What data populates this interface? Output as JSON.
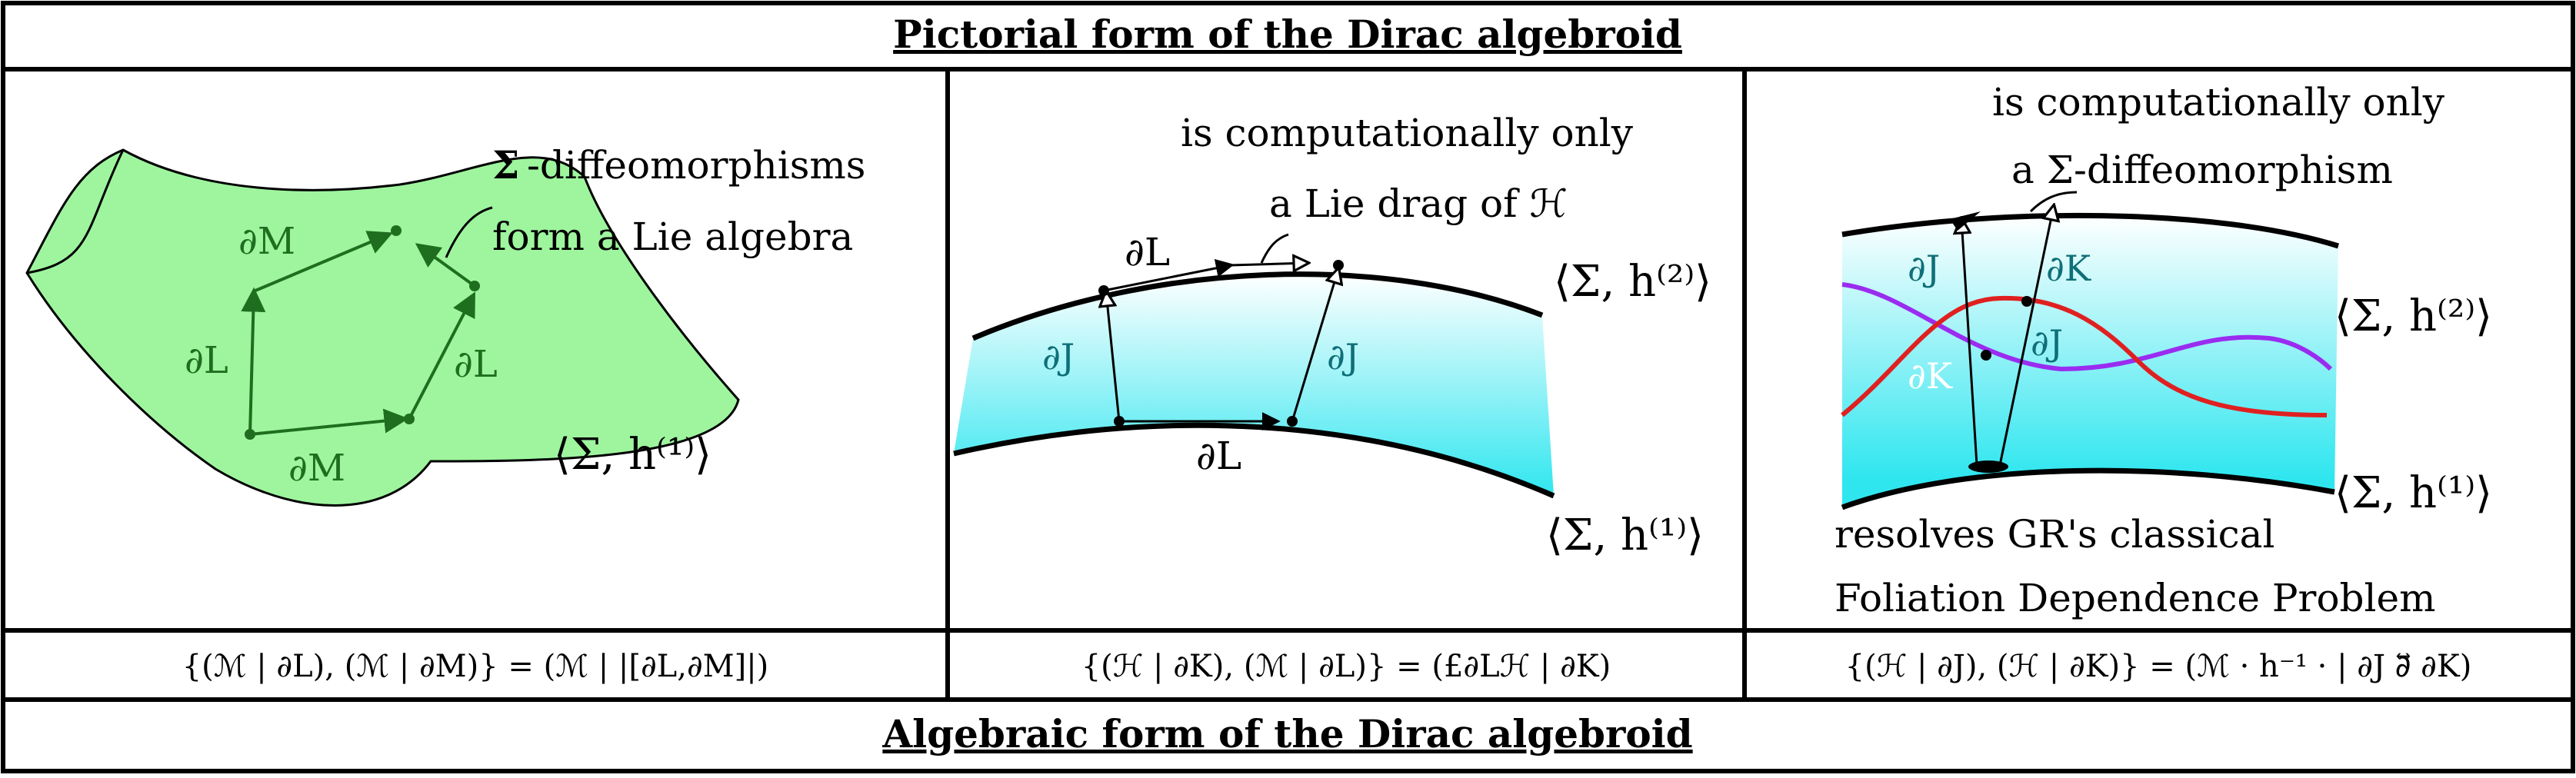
{
  "top_title": "Pictorial form of the Dirac algebroid",
  "bottom_title": "Algebraic form of the Dirac algebroid",
  "panel1": {
    "note_line1": "-diffeomorphisms",
    "note_sigma": "Σ",
    "note_line2": "form a Lie algebra",
    "label_dM_top": "∂M",
    "label_dL_left": "∂L",
    "label_dL_right": "∂L",
    "label_dM_bottom": "∂M",
    "surface_label": "⟨Σ, h⁽¹⁾⟩",
    "formula": "{(ℳ | ∂L), (ℳ | ∂M)}  =  (ℳ | |[∂L,∂M]|)"
  },
  "panel2": {
    "note_line1": "is computationally only",
    "note_line2": "a Lie drag of ℋ",
    "label_dL_top": "∂L",
    "label_dJ_left": "∂J",
    "label_dJ_right": "∂J",
    "label_dL_bottom": "∂L",
    "upper_label": "⟨Σ, h⁽²⁾⟩",
    "lower_label": "⟨Σ, h⁽¹⁾⟩",
    "formula": "{(ℋ | ∂K), (ℳ | ∂L)}  =  (£∂Lℋ | ∂K)"
  },
  "panel3": {
    "note_line1": "is computationally only",
    "note_line2": "a Σ-diffeomorphism",
    "label_dJ_top": "∂J",
    "label_dK_top": "∂K",
    "label_dK_mid": "∂K",
    "label_dJ_mid": "∂J",
    "upper_label": "⟨Σ, h⁽²⁾⟩",
    "lower_label": "⟨Σ, h⁽¹⁾⟩",
    "note_bottom1": "resolves GR's classical",
    "note_bottom2": "Foliation Dependence Problem",
    "formula": "{(ℋ | ∂J), (ℋ | ∂K)}  =  (ℳ · h⁻¹ · | ∂J ∂⃡ ∂K)"
  },
  "colors": {
    "green_fill": "#9ef59e",
    "green_stroke": "#1f6e1f",
    "cyan": "#2fe6ef",
    "red_curve": "#e02020",
    "purple_curve": "#9a2cf0"
  }
}
